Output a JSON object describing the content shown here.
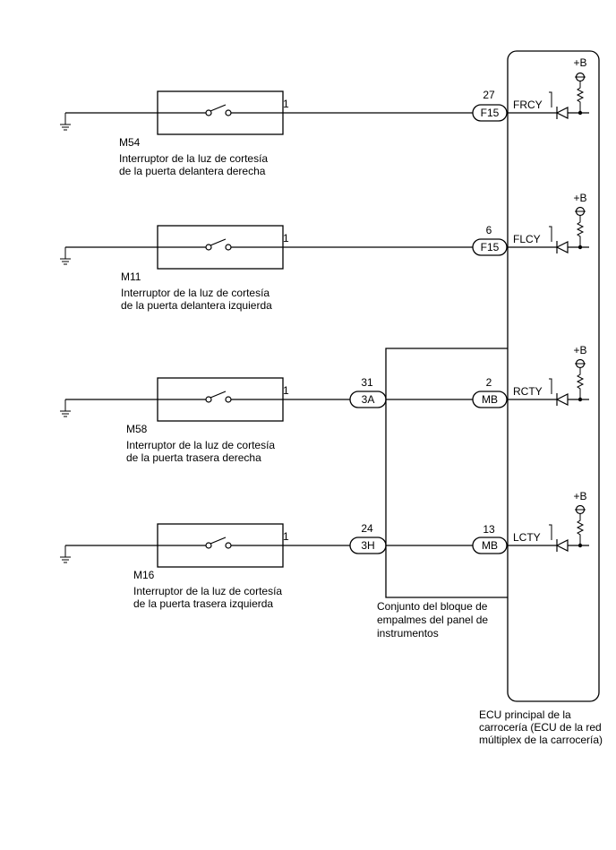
{
  "diagram": {
    "ecu": {
      "name_lines": [
        "ECU principal de la",
        "carrocería (ECU de la red",
        "múltiplex de la carrocería)"
      ],
      "supply_label": "+B"
    },
    "junction_block": {
      "name_lines": [
        "Conjunto del bloque de",
        "empalmes del panel de",
        "instrumentos"
      ]
    },
    "circuits": [
      {
        "switch_code": "M54",
        "switch_name_lines": [
          "Interruptor de la luz de cortesía",
          "de la puerta delantera derecha"
        ],
        "switch_pin": "1",
        "junction": null,
        "ecu_pin": "27",
        "ecu_connector": "F15",
        "signal": "FRCY"
      },
      {
        "switch_code": "M11",
        "switch_name_lines": [
          "Interruptor de la luz de cortesía",
          "de la puerta delantera izquierda"
        ],
        "switch_pin": "1",
        "junction": null,
        "ecu_pin": "6",
        "ecu_connector": "F15",
        "signal": "FLCY"
      },
      {
        "switch_code": "M58",
        "switch_name_lines": [
          "Interruptor de la luz de cortesía",
          "de la puerta trasera derecha"
        ],
        "switch_pin": "1",
        "junction": {
          "pin": "31",
          "connector": "3A"
        },
        "ecu_pin": "2",
        "ecu_connector": "MB",
        "signal": "RCTY"
      },
      {
        "switch_code": "M16",
        "switch_name_lines": [
          "Interruptor de la luz de cortesía",
          "de la puerta trasera izquierda"
        ],
        "switch_pin": "1",
        "junction": {
          "pin": "24",
          "connector": "3H"
        },
        "ecu_pin": "13",
        "ecu_connector": "MB",
        "signal": "LCTY"
      }
    ]
  }
}
